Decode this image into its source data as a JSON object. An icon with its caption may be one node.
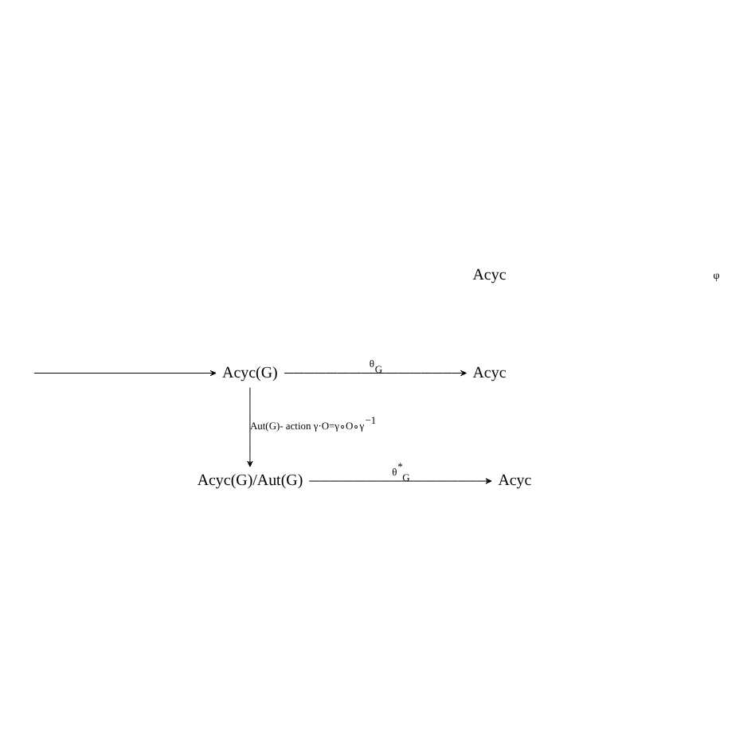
{
  "diagram": {
    "nodes": [
      {
        "text": [
          "Acyc"
        ]
      },
      {
        "text": [
          "Acyc(G)"
        ]
      },
      {
        "text": [
          "Acyc"
        ]
      },
      {
        "text": [
          "Acyc(G)/Aut(G)"
        ]
      },
      {
        "text": [
          "Acyc"
        ]
      }
    ],
    "edges": [
      {
        "from": null,
        "to": 1,
        "arrow": "to"
      },
      {
        "from": 1,
        "to": 2,
        "arrow": "to",
        "label": "θ$_{G}$"
      },
      {
        "from": 1,
        "to": 3,
        "arrow": "to",
        "label": "Aut(G)- action γ·O=γ∘O∘γ$^{−1}$"
      },
      {
        "from": 3,
        "to": 4,
        "arrow": "to",
        "label": "θ$^{*}$$_{G}$"
      }
    ],
    "labels": [
      "φ"
    ]
  }
}
